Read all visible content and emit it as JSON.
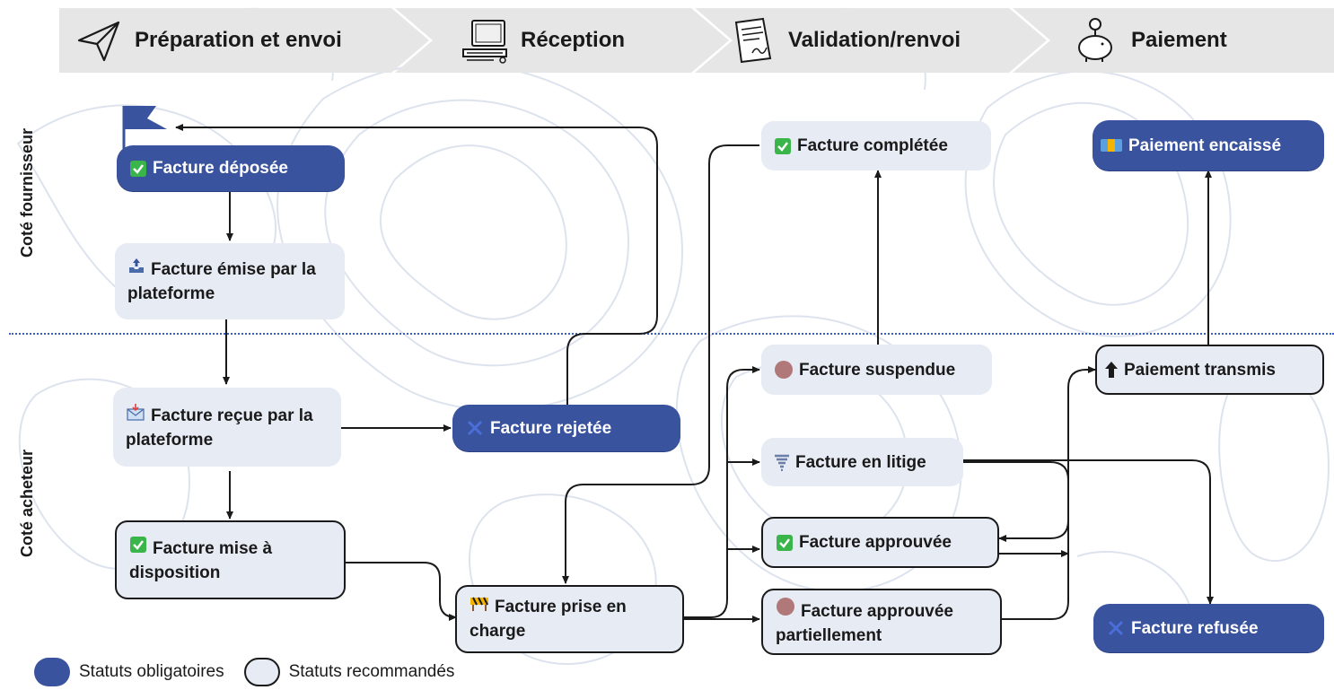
{
  "stages": [
    {
      "label": "Préparation et envoi",
      "icon": "paper-plane-icon"
    },
    {
      "label": "Réception",
      "icon": "computer-icon"
    },
    {
      "label": "Validation/renvoi",
      "icon": "document-icon"
    },
    {
      "label": "Paiement",
      "icon": "piggy-bank-icon"
    }
  ],
  "sides": {
    "supplier": "Coté fournisseur",
    "buyer": "Coté acheteur"
  },
  "nodes": {
    "deposee": {
      "label": "Facture déposée",
      "icon": "check-box-icon",
      "kind": "mandatory"
    },
    "emise": {
      "label": "Facture émise par la plateforme",
      "icon": "outbox-tray-icon",
      "kind": "recommended"
    },
    "recue": {
      "label": "Facture reçue par la plateforme",
      "icon": "incoming-envelope-icon",
      "kind": "recommended"
    },
    "mise_a_disposition": {
      "label": "Facture mise à disposition",
      "icon": "check-box-icon",
      "kind": "recommended"
    },
    "rejetee": {
      "label": "Facture rejetée",
      "icon": "cross-mark-icon",
      "kind": "mandatory"
    },
    "prise_en_charge": {
      "label": "Facture prise en charge",
      "icon": "construction-icon",
      "kind": "recommended"
    },
    "completee": {
      "label": "Facture complétée",
      "icon": "check-box-icon",
      "kind": "recommended"
    },
    "suspendue": {
      "label": "Facture suspendue",
      "icon": "circle-icon",
      "kind": "recommended"
    },
    "litige": {
      "label": "Facture en litige",
      "icon": "tornado-icon",
      "kind": "recommended"
    },
    "approuvee": {
      "label": "Facture approuvée",
      "icon": "check-box-icon",
      "kind": "recommended"
    },
    "approuvee_partiellement": {
      "label": "Facture approuvée partiellement",
      "icon": "circle-icon",
      "kind": "recommended"
    },
    "paiement_encaisse": {
      "label": "Paiement encaissé",
      "icon": "money-icon",
      "kind": "mandatory"
    },
    "paiement_transmis": {
      "label": "Paiement transmis",
      "icon": "up-arrow-icon",
      "kind": "recommended"
    },
    "refusee": {
      "label": "Facture refusée",
      "icon": "cross-mark-icon",
      "kind": "mandatory"
    }
  },
  "edges": [
    {
      "from": "deposee",
      "to": "emise"
    },
    {
      "from": "emise",
      "to": "recue"
    },
    {
      "from": "recue",
      "to": "mise_a_disposition"
    },
    {
      "from": "recue",
      "to": "rejetee"
    },
    {
      "from": "rejetee",
      "to": "deposee"
    },
    {
      "from": "mise_a_disposition",
      "to": "prise_en_charge"
    },
    {
      "from": "completee",
      "to": "prise_en_charge"
    },
    {
      "from": "prise_en_charge",
      "to": "suspendue"
    },
    {
      "from": "prise_en_charge",
      "to": "litige"
    },
    {
      "from": "prise_en_charge",
      "to": "approuvee"
    },
    {
      "from": "prise_en_charge",
      "to": "approuvee_partiellement"
    },
    {
      "from": "suspendue",
      "to": "completee"
    },
    {
      "from": "litige",
      "to": "approuvee"
    },
    {
      "from": "litige",
      "to": "refusee"
    },
    {
      "from": "approuvee",
      "to": "paiement_transmis"
    },
    {
      "from": "approuvee_partiellement",
      "to": "paiement_transmis"
    },
    {
      "from": "paiement_transmis",
      "to": "paiement_encaisse"
    }
  ],
  "legend": {
    "mandatory": "Statuts obligatoires",
    "recommended": "Statuts recommandés"
  },
  "colors": {
    "mandatory_fill": "#3a539e",
    "recommended_fill": "#e6ebf4",
    "divider": "#3a5fc8",
    "banner": "#e6e6e6"
  }
}
